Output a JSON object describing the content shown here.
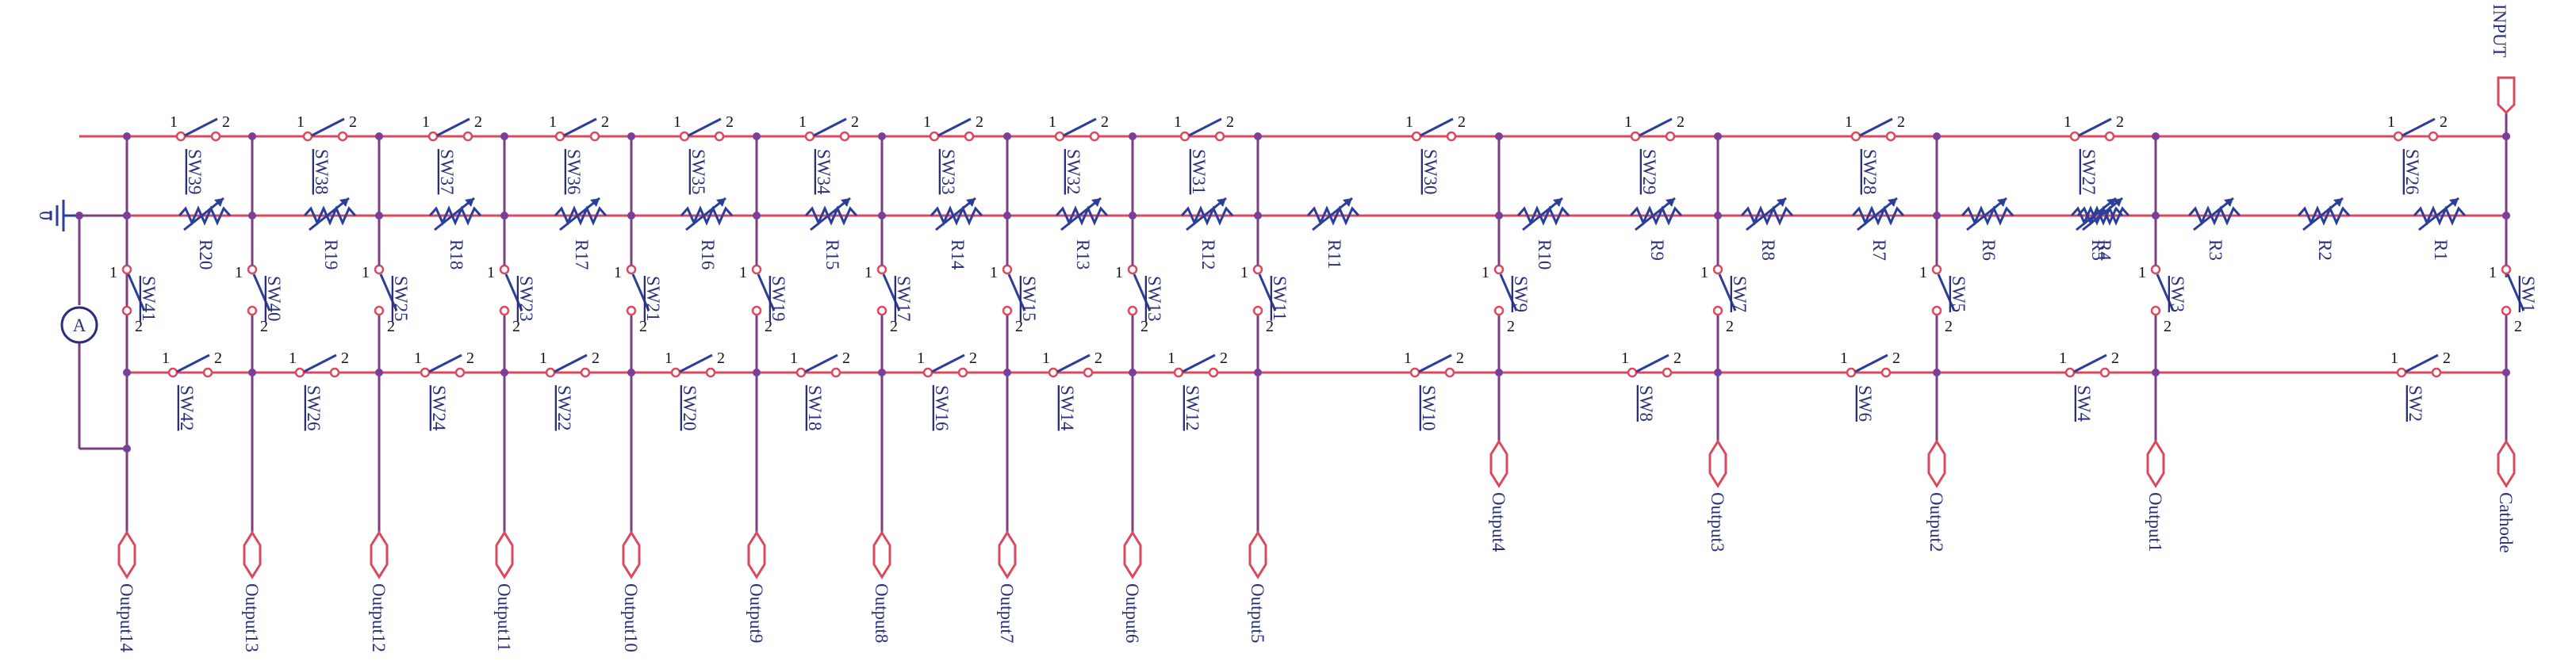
{
  "terminals": {
    "input": "INPUT",
    "ground": "0",
    "ammeter": "A",
    "cathode": "Cathode"
  },
  "pins": {
    "one": "1",
    "two": "2"
  },
  "top_switches": [
    "SW39",
    "SW38",
    "SW37",
    "SW36",
    "SW35",
    "SW34",
    "SW33",
    "SW32",
    "SW31",
    "SW30",
    "SW29",
    "SW28",
    "SW27",
    "SW26"
  ],
  "resistors": [
    "R20",
    "R19",
    "R18",
    "R17",
    "R16",
    "R15",
    "R14",
    "R13",
    "R12",
    "R11",
    "R10",
    "R9",
    "R8",
    "R7",
    "R6",
    "R5",
    "R4",
    "R3",
    "R2",
    "R1"
  ],
  "vertical_switches": [
    "SW41",
    "SW40",
    "SW25",
    "SW23",
    "SW21",
    "SW19",
    "SW17",
    "SW15",
    "SW13",
    "SW11",
    "SW9",
    "SW7",
    "SW5",
    "SW3",
    "SW1"
  ],
  "bottom_switches": [
    "SW42",
    "SW26",
    "SW24",
    "SW22",
    "SW20",
    "SW18",
    "SW16",
    "SW14",
    "SW12",
    "SW10",
    "SW8",
    "SW6",
    "SW4",
    "SW2"
  ],
  "outputs": [
    "Output14",
    "Output13",
    "Output12",
    "Output11",
    "Output10",
    "Output9",
    "Output8",
    "Output7",
    "Output6",
    "Output5",
    "Output4",
    "Output3",
    "Output2",
    "Output1"
  ],
  "colors": {
    "wire": "#d94a5e",
    "node": "#7a3f9a",
    "component": "#2b3f9a",
    "label": "#2a2f7a"
  }
}
